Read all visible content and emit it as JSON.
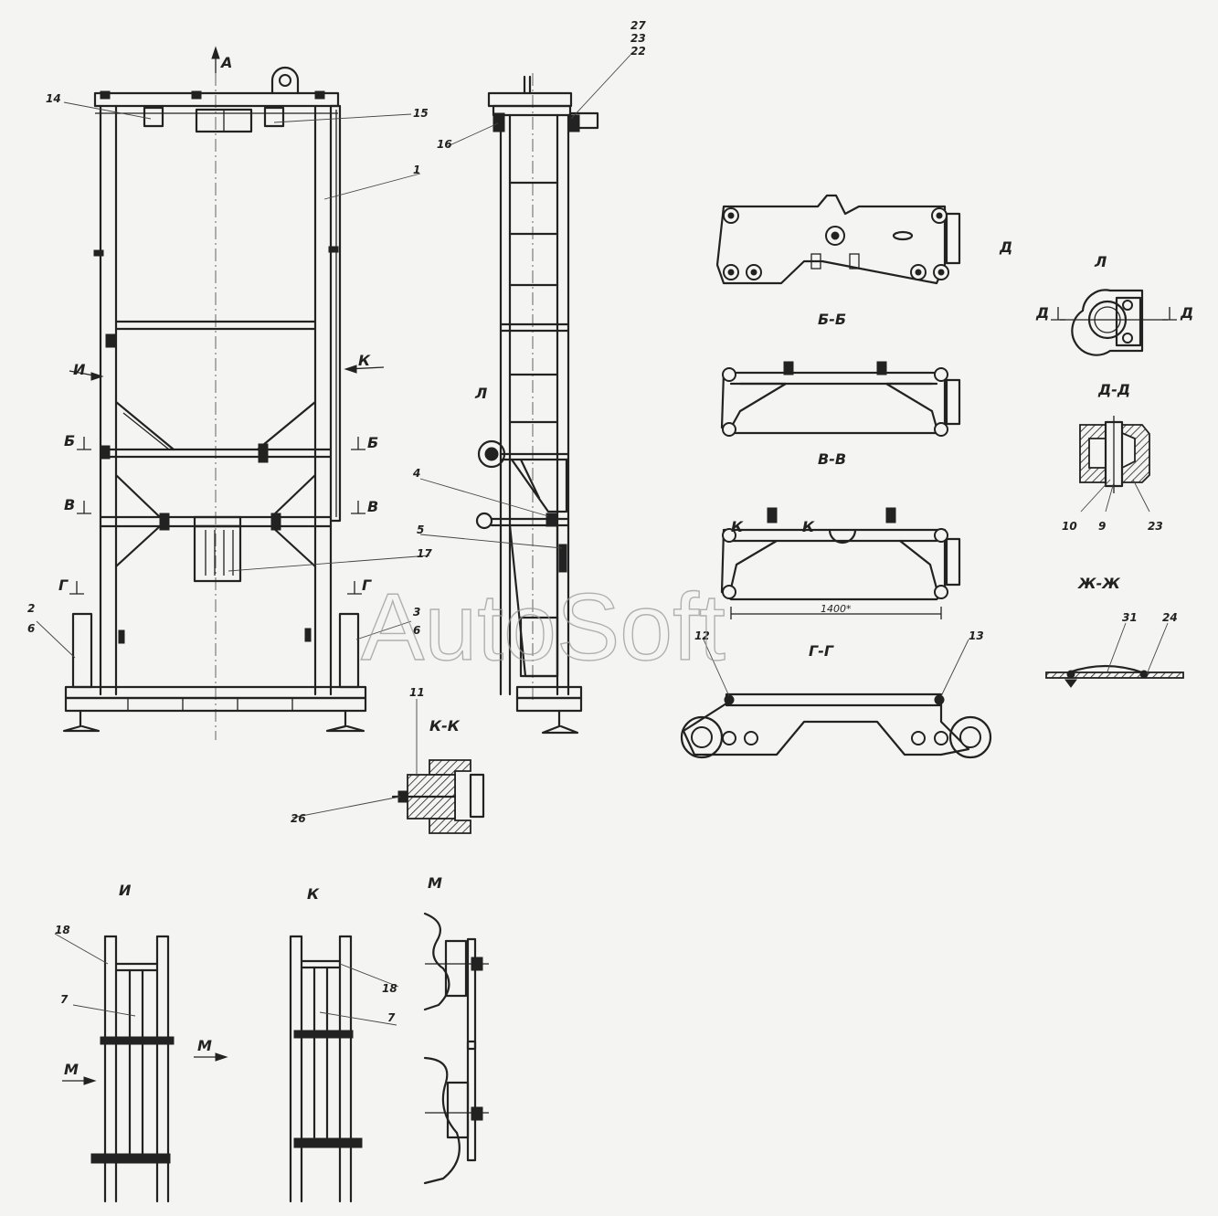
{
  "watermark": "AutoSoft",
  "view_labels": {
    "arrow_a": "A",
    "section_bb": "Б-Б",
    "section_vv": "В-В",
    "section_gg": "Г-Г",
    "section_dd": "Д-Д",
    "section_kk": "К-К",
    "section_zhzh": "Ж-Ж",
    "view_l": "Л",
    "view_d": "Д",
    "view_i": "И",
    "view_k": "К",
    "view_m": "М"
  },
  "cut_marks": {
    "i": "И",
    "k": "К",
    "b": "Б",
    "v": "В",
    "g": "Г",
    "l": "Л",
    "d": "Д",
    "m": "М"
  },
  "callouts": {
    "p1": "1",
    "p2": "2",
    "p3": "3",
    "p4": "4",
    "p5": "5",
    "p6": "6",
    "p7": "7",
    "p9": "9",
    "p10": "10",
    "p11": "11",
    "p12": "12",
    "p13": "13",
    "p14": "14",
    "p15": "15",
    "p16": "16",
    "p17": "17",
    "p18": "18",
    "p22": "22",
    "p23": "23",
    "p24": "24",
    "p26": "26",
    "p27": "27",
    "p31": "31"
  },
  "dimensions": {
    "width_gg": "1400*"
  }
}
